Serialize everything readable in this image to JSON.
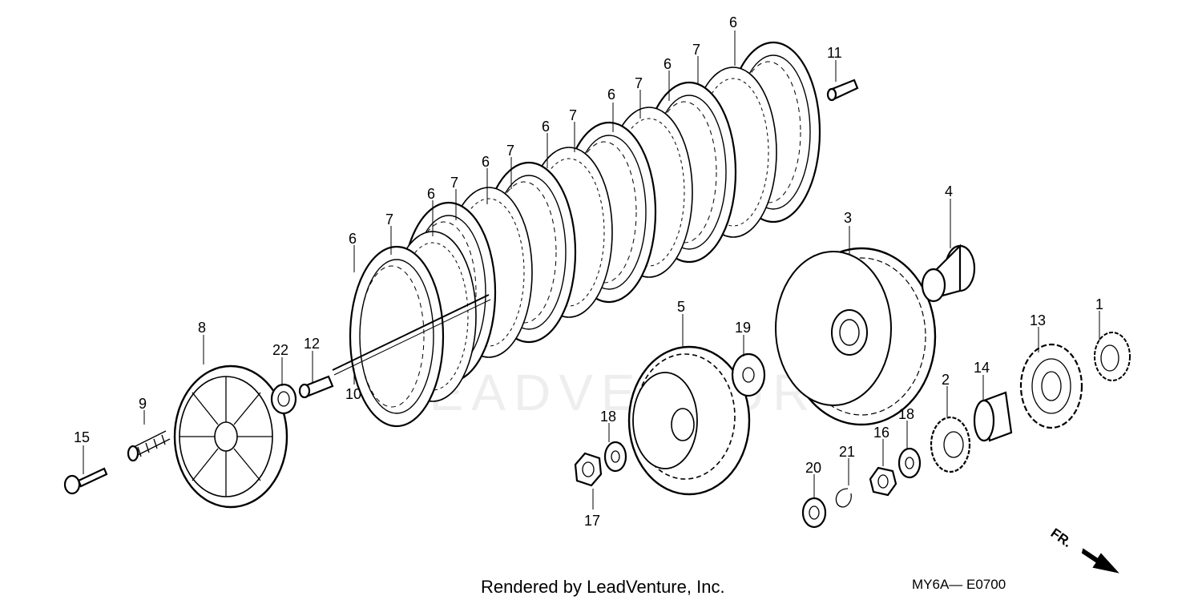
{
  "footer": {
    "rendered_by": "Rendered by LeadVenture, Inc.",
    "diagram_code": "MY6A— E0700"
  },
  "direction": {
    "label": "FR."
  },
  "watermark": "LEADVENTURE",
  "callouts": [
    "1",
    "2",
    "3",
    "4",
    "5",
    "6",
    "7",
    "8",
    "9",
    "10",
    "11",
    "12",
    "13",
    "14",
    "15",
    "16",
    "17",
    "18",
    "19",
    "20",
    "21",
    "22"
  ]
}
